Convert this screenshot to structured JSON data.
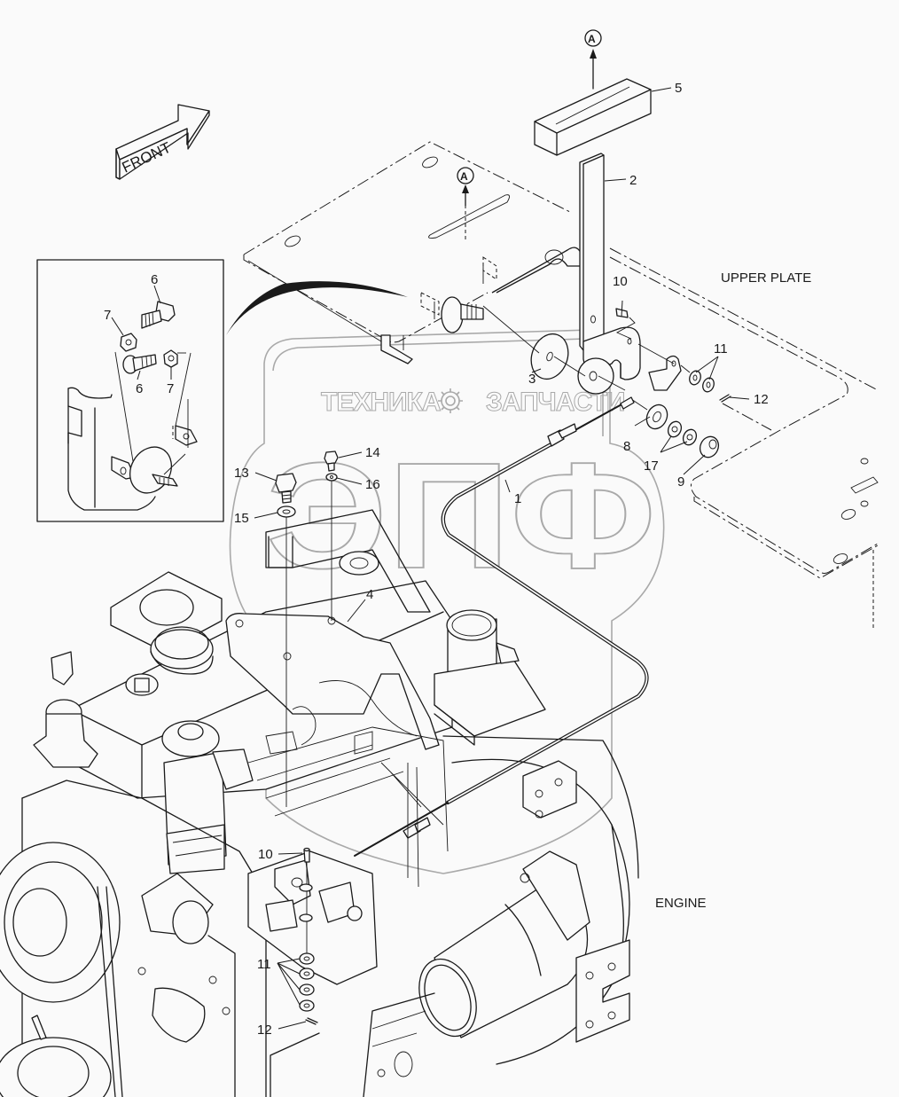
{
  "diagram": {
    "title": "Throttle / accelerator cable installation",
    "direction_label": "FRONT",
    "reference_marker": "A",
    "area_labels": {
      "upper_plate": "UPPER PLATE",
      "engine": "ENGINE"
    },
    "watermark": {
      "line1_left": "ТЕХНИКА",
      "line1_right": "ЗАПЧАСТИ",
      "monogram": "ЭПФ",
      "color": "#a9a9a9"
    },
    "callouts": [
      {
        "id": "c1",
        "number": "1",
        "part": "cable"
      },
      {
        "id": "c2",
        "number": "2",
        "part": "lever"
      },
      {
        "id": "c3",
        "number": "3",
        "part": "plate-washer"
      },
      {
        "id": "c4",
        "number": "4",
        "part": "bracket"
      },
      {
        "id": "c5",
        "number": "5",
        "part": "grip"
      },
      {
        "id": "c6a",
        "number": "6",
        "part": "bolt"
      },
      {
        "id": "c6b",
        "number": "6",
        "part": "bolt"
      },
      {
        "id": "c7a",
        "number": "7",
        "part": "nut"
      },
      {
        "id": "c7b",
        "number": "7",
        "part": "nut"
      },
      {
        "id": "c8",
        "number": "8",
        "part": "washer"
      },
      {
        "id": "c9",
        "number": "9",
        "part": "nut"
      },
      {
        "id": "c10a",
        "number": "10",
        "part": "pin"
      },
      {
        "id": "c10b",
        "number": "10",
        "part": "pin"
      },
      {
        "id": "c11a",
        "number": "11",
        "part": "washer"
      },
      {
        "id": "c11b",
        "number": "11",
        "part": "washer"
      },
      {
        "id": "c12a",
        "number": "12",
        "part": "cotter-pin"
      },
      {
        "id": "c12b",
        "number": "12",
        "part": "cotter-pin"
      },
      {
        "id": "c13",
        "number": "13",
        "part": "bolt"
      },
      {
        "id": "c14",
        "number": "14",
        "part": "bolt"
      },
      {
        "id": "c15",
        "number": "15",
        "part": "washer"
      },
      {
        "id": "c16",
        "number": "16",
        "part": "washer"
      },
      {
        "id": "c17",
        "number": "17",
        "part": "spring-washer"
      }
    ]
  }
}
